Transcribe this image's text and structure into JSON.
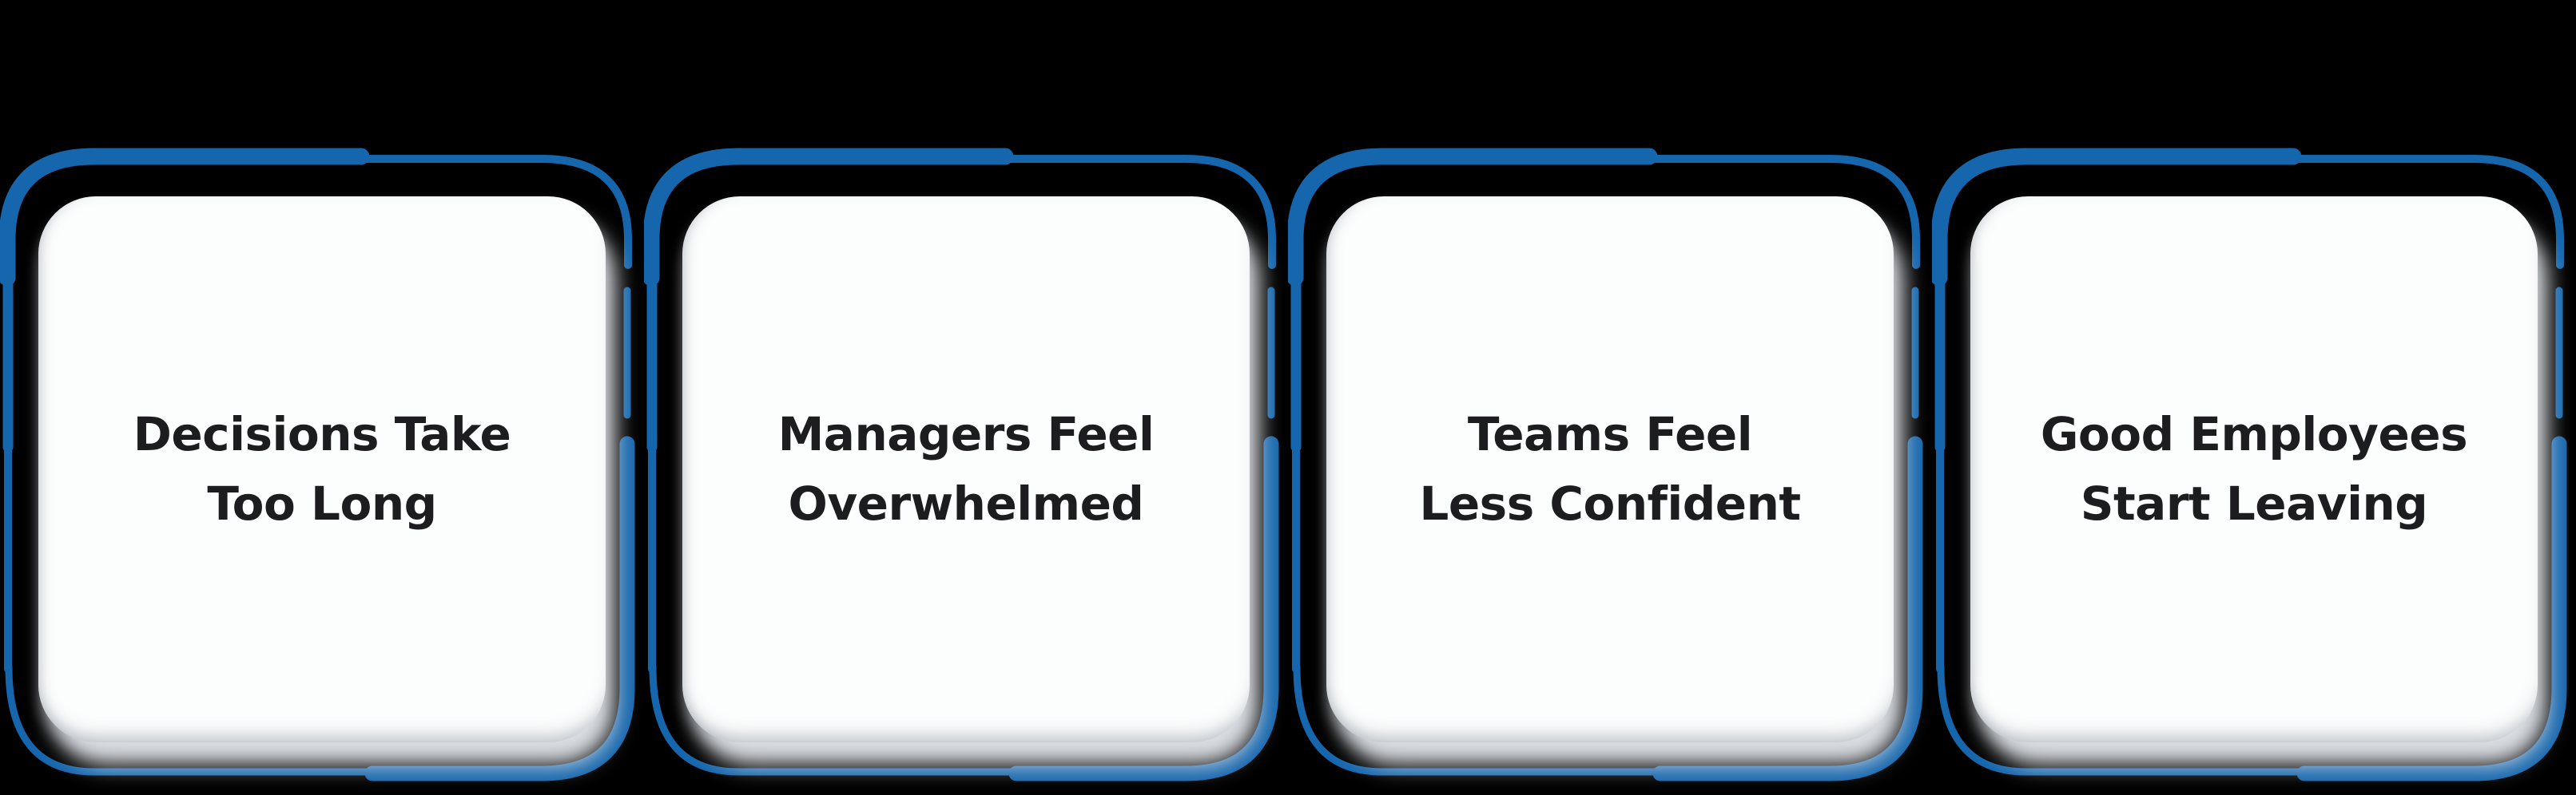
{
  "page": {
    "background_color": "#000000",
    "description": "Four sketch-style cards in a row"
  },
  "style": {
    "accent_blue": "#1566ad",
    "card_fill": "#fcfdfd",
    "text_color": "#1d1d1f",
    "shadow_color": "#e2e6eb"
  },
  "cards": [
    {
      "title_line1": "Decisions Take",
      "title_line2": "Too Long"
    },
    {
      "title_line1": "Managers Feel",
      "title_line2": "Overwhelmed"
    },
    {
      "title_line1": "Teams Feel",
      "title_line2": "Less Confident"
    },
    {
      "title_line1": "Good Employees",
      "title_line2": "Start Leaving"
    }
  ]
}
